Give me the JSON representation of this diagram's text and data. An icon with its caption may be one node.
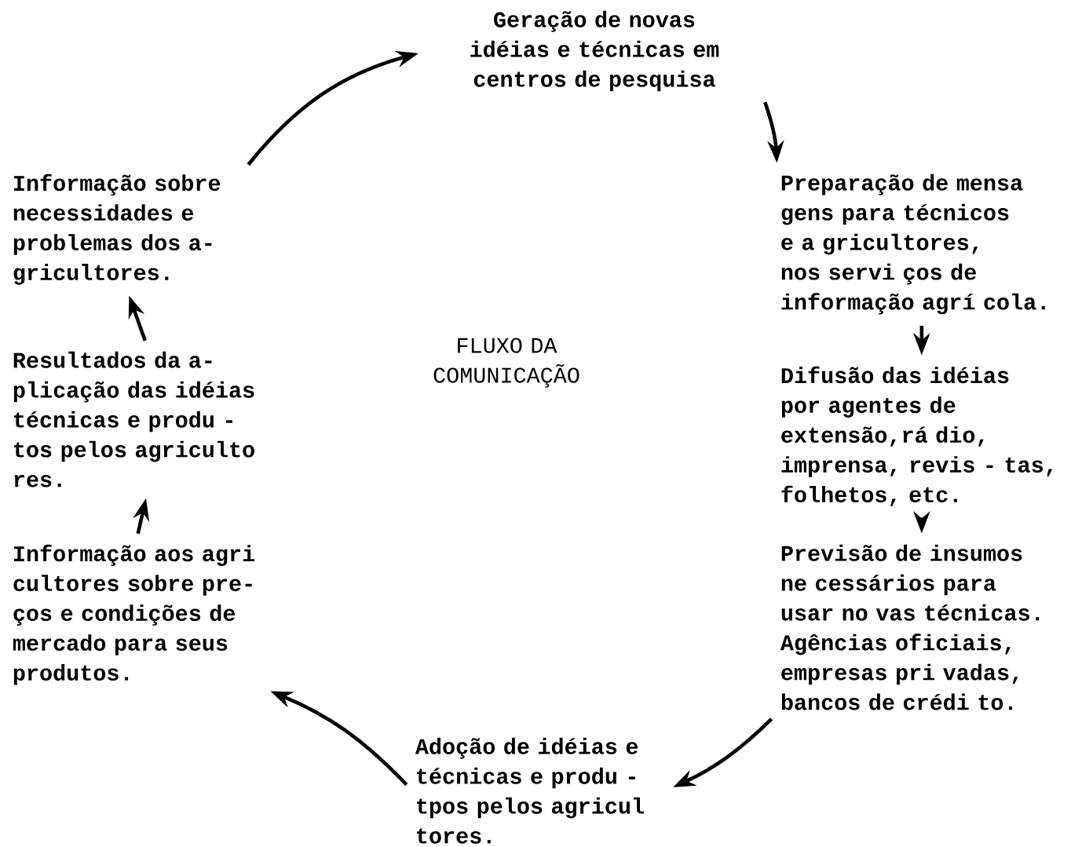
{
  "diagram": {
    "nodes": [
      {
        "text": [
          "Geração de novas idéias e técnicas em centros de pesquisa"
        ]
      },
      {
        "text": [
          "Informação sobre necessidades e problemas dos a- gricultores."
        ]
      },
      {
        "text": [
          "Preparação de mensa gens para técnicos e a gricultores, nos servi ços de informação agrí cola."
        ]
      },
      {
        "text": [
          "Resultados da a- plicação das idéias técnicas e produ - tos pelos agriculto res."
        ]
      },
      {
        "text": [
          "Difusão das idéias por agentes de extensão,rá dio, imprensa, revis - tas, folhetos, etc."
        ]
      },
      {
        "text": [
          "Informação aos agri cultores sobre pre- ços e condições de mercado para seus produtos."
        ]
      },
      {
        "text": [
          "Previsão de insumos ne cessários para usar no vas técnicas. Agências oficiais, empresas pri vadas, bancos de crédi to."
        ]
      },
      {
        "text": [
          "Adoção de idéias e técnicas e produ - tpos pelos agricul tores."
        ]
      }
    ],
    "edges": [
      {
        "from": 1,
        "to": 0,
        "arrow": "to"
      },
      {
        "from": 0,
        "to": 2,
        "arrow": "to"
      },
      {
        "from": 2,
        "to": 4,
        "arrow": "to"
      },
      {
        "from": 4,
        "to": 6,
        "arrow": "to"
      },
      {
        "from": 6,
        "to": 7,
        "arrow": "to"
      },
      {
        "from": 7,
        "to": 5,
        "arrow": "to"
      },
      {
        "from": 5,
        "to": 3,
        "arrow": "to"
      },
      {
        "from": 3,
        "to": 1,
        "arrow": "to"
      }
    ],
    "labels": [
      "FLUXO DA COMUNICAÇÃO"
    ]
  }
}
